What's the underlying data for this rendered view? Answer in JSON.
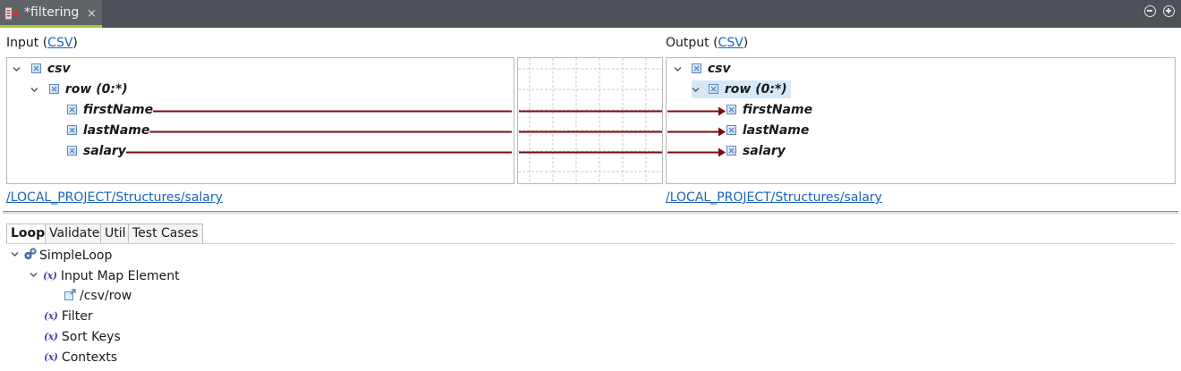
{
  "editor": {
    "tab_title": "*filtering",
    "close_glyph": "×",
    "icons": {
      "tab": "map-editor-icon",
      "close": "close-icon",
      "minimize": "minimize-icon",
      "maximize": "maximize-icon"
    }
  },
  "input": {
    "title_prefix": "Input (",
    "title_link": "CSV",
    "title_suffix": ")",
    "path": "/LOCAL_PROJECT/Structures/salary",
    "tree": [
      {
        "label": "csv",
        "level": 0,
        "expanded": true
      },
      {
        "label": "row (0:*)",
        "level": 1,
        "expanded": true
      },
      {
        "label": "firstName",
        "level": 2
      },
      {
        "label": "lastName",
        "level": 2
      },
      {
        "label": "salary",
        "level": 2
      }
    ]
  },
  "output": {
    "title_prefix": "Output (",
    "title_link": "CSV",
    "title_suffix": ")",
    "path": "/LOCAL_PROJECT/Structures/salary",
    "tree": [
      {
        "label": "csv",
        "level": 0,
        "expanded": true
      },
      {
        "label": "row (0:*)",
        "level": 1,
        "expanded": true,
        "selected": true
      },
      {
        "label": "firstName",
        "level": 2
      },
      {
        "label": "lastName",
        "level": 2
      },
      {
        "label": "salary",
        "level": 2
      }
    ]
  },
  "mappings": [
    {
      "from": "firstName",
      "to": "firstName"
    },
    {
      "from": "lastName",
      "to": "lastName"
    },
    {
      "from": "salary",
      "to": "salary"
    }
  ],
  "colors": {
    "link": "#7a0d14",
    "tab_accent": "#a4c639",
    "header_bg": "#4d5158",
    "selection": "#d5e8f8",
    "hyperlink": "#1c63b7"
  },
  "bottom_tabs": [
    {
      "label": "Loop",
      "active": true
    },
    {
      "label": "Validate"
    },
    {
      "label": "Util"
    },
    {
      "label": "Test Cases"
    }
  ],
  "loop_tree": {
    "root": "SimpleLoop",
    "input_map_element": "Input Map Element",
    "input_path": "/csv/row",
    "filter": "Filter",
    "sort_keys": "Sort Keys",
    "contexts": "Contexts",
    "var_glyph": "(x)",
    "icons": {
      "root": "loop-gears-icon",
      "path": "xpath-element-icon",
      "var": "variable-icon"
    }
  }
}
